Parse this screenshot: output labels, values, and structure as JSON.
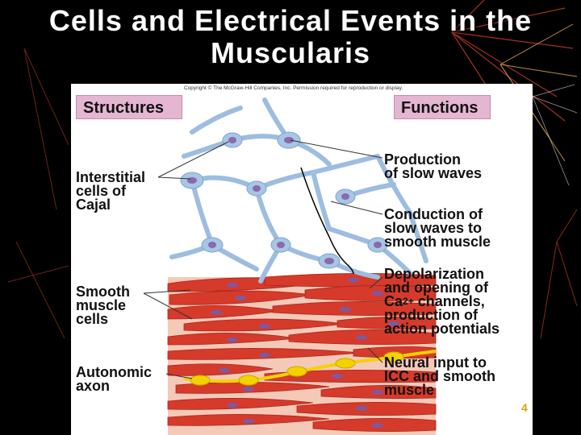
{
  "slide": {
    "title_line1": "Cells and Electrical Events in the",
    "title_line2": "Muscularis"
  },
  "figure": {
    "copyright": "Copyright © The McGraw-Hill Companies, Inc. Permission required for reproduction or display.",
    "structures_header": "Structures",
    "functions_header": "Functions",
    "structures": {
      "icc": [
        "Interstitial",
        "cells of",
        "Cajal"
      ],
      "smooth": [
        "Smooth",
        "muscle",
        "cells"
      ],
      "axon": [
        "Autonomic",
        "axon"
      ]
    },
    "functions": {
      "production": [
        "Production",
        "of slow waves"
      ],
      "conduction": [
        "Conduction of",
        "slow waves to",
        "smooth muscle"
      ],
      "depol_1": "Depolarization",
      "depol_2": "and opening of",
      "depol_3a": "Ca",
      "depol_3sup": "2+",
      "depol_3b": " channels,",
      "depol_4": "production of",
      "depol_5": "action potentials",
      "neural": [
        "Neural input to",
        "ICC and smooth",
        "muscle"
      ]
    },
    "figure_number": "4"
  },
  "colors": {
    "slide_background": "#000000",
    "icc_network": "#9dbde0",
    "icc_nucleus": "#8a6aa8",
    "smooth_muscle": "#d63a2a",
    "axon": "#f2d200",
    "tab_fill": "#e4b6d2"
  }
}
